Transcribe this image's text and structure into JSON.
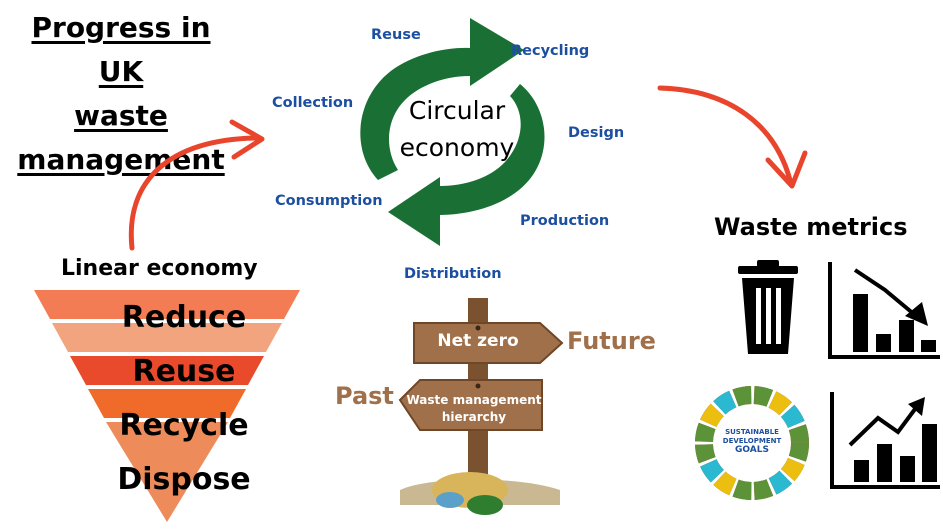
{
  "title": {
    "line1": "Progress in UK",
    "line2": "waste",
    "line3": "management"
  },
  "cycle": {
    "center_line1": "Circular",
    "center_line2": "economy",
    "stages": {
      "reuse": "Reuse",
      "recycling": "Recycling",
      "design": "Design",
      "production": "Production",
      "distribution": "Distribution",
      "consumption": "Consumption",
      "collection": "Collection"
    }
  },
  "linear": {
    "title": "Linear economy",
    "levels": {
      "reduce": "Reduce",
      "reuse": "Reuse",
      "recycle": "Recycle",
      "dispose": "Dispose"
    }
  },
  "signpost": {
    "top": "Net zero",
    "bottom_line1": "Waste management",
    "bottom_line2": "hierarchy",
    "future": "Future",
    "past": "Past"
  },
  "metrics": {
    "title": "Waste metrics",
    "sdg_line1": "SUSTAINABLE",
    "sdg_line2": "DEVELOPMENT",
    "sdg_line3": "GOALS"
  },
  "colors": {
    "arrow_green": "#1a7034",
    "label_blue": "#1c4fa0",
    "connector_red": "#e8452c",
    "sign_brown": "#a0704a",
    "pyramid": [
      "#f47c54",
      "#f2a47f",
      "#e94a2b",
      "#f06a2a",
      "#ee8b5a"
    ]
  }
}
